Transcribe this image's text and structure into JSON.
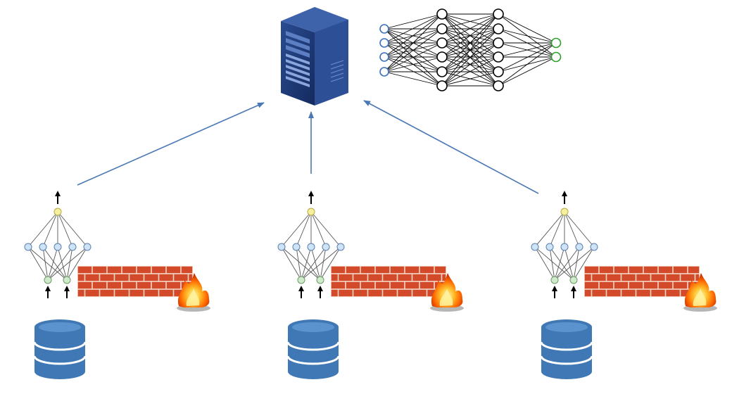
{
  "diagram": {
    "central": {
      "server": {
        "icon": "server-rack-icon"
      },
      "global_network": {
        "layers": [
          4,
          6,
          6,
          2
        ]
      }
    },
    "clients": [
      {
        "model": {
          "inputs": 2,
          "hidden": 5,
          "outputs": 1
        },
        "firewall": "brick-firewall-icon",
        "database": "database-icon"
      },
      {
        "model": {
          "inputs": 2,
          "hidden": 5,
          "outputs": 1
        },
        "firewall": "brick-firewall-icon",
        "database": "database-icon"
      },
      {
        "model": {
          "inputs": 2,
          "hidden": 5,
          "outputs": 1
        },
        "firewall": "brick-firewall-icon",
        "database": "database-icon"
      }
    ],
    "colors": {
      "arrow": "#4a78b5",
      "server_front": "#1e3a78",
      "server_side": "#2c4f95",
      "global_input_node": "#3b6fc1",
      "global_hidden_node": "#000000",
      "global_output_node": "#2ca02c",
      "client_hidden_node_fill": "#cfe3f7",
      "client_hidden_node_stroke": "#5a7fb0",
      "client_output_node_fill": "#f6ef9c",
      "client_output_node_stroke": "#b7a84a",
      "client_input_node_fill": "#cfeacb",
      "client_input_node_stroke": "#6a9a66",
      "brick": "#d24a2a",
      "mortar": "#f4d7c7",
      "database": "#3f78b5"
    }
  }
}
